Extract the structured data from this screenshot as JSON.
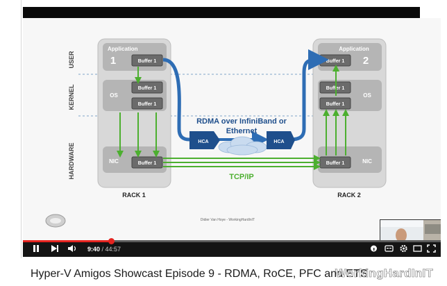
{
  "diagram": {
    "layers": [
      "USER",
      "KERNEL",
      "HARDWARE"
    ],
    "rack1": {
      "label": "RACK 1",
      "app_label": "Application",
      "app_number": "1",
      "os_label": "OS",
      "nic_label": "NIC",
      "buffer_label": "Buffer 1"
    },
    "rack2": {
      "label": "RACK 2",
      "app_label": "Application",
      "app_number": "2",
      "os_label": "OS",
      "nic_label": "NIC",
      "buffer_label": "Buffer 1"
    },
    "rdma_label_line1": "RDMA over InfiniBand or",
    "rdma_label_line2": "Ethernet",
    "hca_label": "HCA",
    "tcp_label": "TCP/IP",
    "footer": "Didier Van Hoye - WorkingHardInIT",
    "colors": {
      "rdma_blue": "#2e6db4",
      "hca_blue": "#1f4f8c",
      "green": "#4caf2f",
      "rack_gray": "#c9c9c9"
    }
  },
  "player": {
    "progress_fraction": 0.211,
    "current_time": "9:40",
    "separator": " / ",
    "total_time": "44:57",
    "icons": [
      "play-icon",
      "next-icon",
      "volume-icon",
      "settings-icon",
      "captions-icon",
      "miniplayer-icon",
      "theater-icon",
      "fullscreen-icon"
    ]
  },
  "video_title": "Hyper-V Amigos Showcast Episode 9 - RDMA, RoCE, PFC and ETS",
  "watermark": "WorkingHardInIT"
}
